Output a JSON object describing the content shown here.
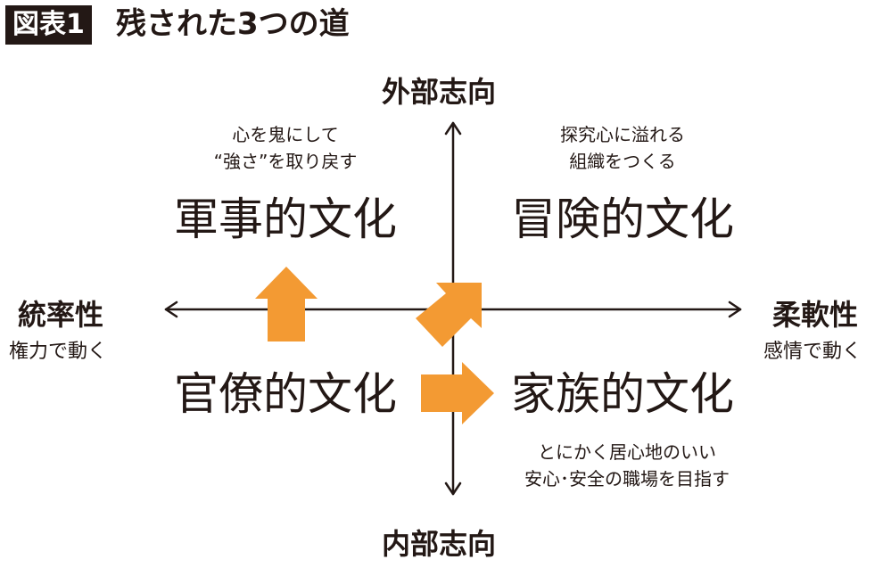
{
  "header": {
    "badge": "図表1",
    "title": "残された3つの道"
  },
  "axes": {
    "top": "外部志向",
    "bottom": "内部志向",
    "left": "統率性",
    "left_sub": "権力で動く",
    "right": "柔軟性",
    "right_sub": "感情で動く"
  },
  "quadrants": {
    "top_left": {
      "name": "軍事的文化",
      "note_line1": "心を鬼にして",
      "note_line2": "“強さ”を取り戻す"
    },
    "top_right": {
      "name": "冒険的文化",
      "note_line1": "探究心に溢れる",
      "note_line2": "組織をつくる"
    },
    "bottom_left": {
      "name": "官僚的文化"
    },
    "bottom_right": {
      "name": "家族的文化",
      "note_line1": "とにかく居心地のいい",
      "note_line2": "安心･安全の職場を目指す"
    }
  },
  "colors": {
    "arrow": "#F39A33",
    "ink": "#231815"
  }
}
